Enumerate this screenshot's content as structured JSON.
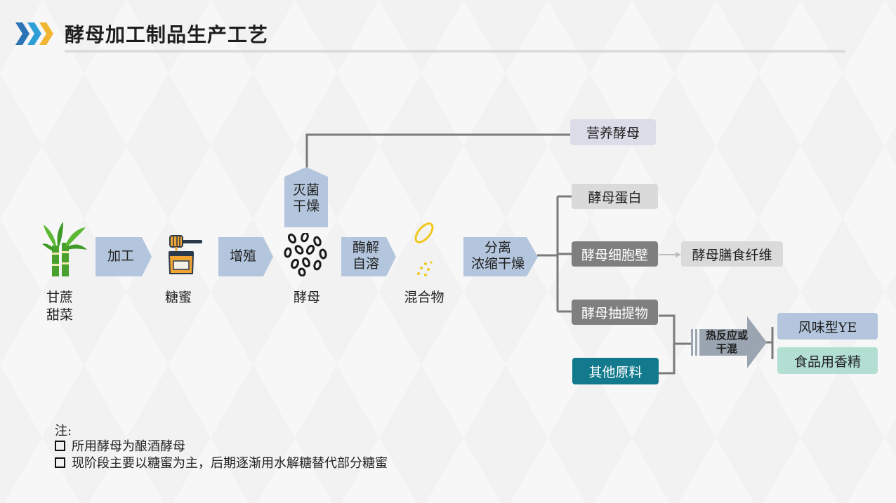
{
  "title": "酵母加工制品生产工艺",
  "stages": {
    "sugarcane": "甘蔗\n甜菜",
    "molasses": "糖蜜",
    "yeast": "酵母",
    "mixture": "混合物"
  },
  "arrows": {
    "process": "加工",
    "proliferate": "增殖",
    "enzymolysis": "酶解\n自溶",
    "sterilize": "灭菌\n干燥",
    "separate": "分离\n浓缩干燥",
    "heat_reaction": "热反应或\n干混"
  },
  "products": {
    "nutrition_yeast": "营养酵母",
    "yeast_protein": "酵母蛋白",
    "yeast_cell_wall": "酵母细胞壁",
    "yeast_fiber": "酵母膳食纤维",
    "yeast_extract": "酵母抽提物",
    "other_materials": "其他原料",
    "flavor_ye": "风味型YE",
    "food_flavor": "食品用香精"
  },
  "notes": {
    "heading": "注:",
    "items": [
      "所用酵母为酿酒酵母",
      "现阶段主要以糖蜜为主，后期逐渐用水解糖替代部分糖蜜"
    ]
  },
  "colors": {
    "arrow_fill": "#b4c6dd",
    "nutrition_box": "#dcdce8",
    "light_gray_box": "#dadada",
    "dark_gray_box": "#7f7f7f",
    "teal_box": "#127a8c",
    "blue_box": "#b4c6dd",
    "mint_box": "#b3dfd3",
    "title_chevrons": [
      "#2d74b5",
      "#2e9fd6",
      "#f2b632"
    ]
  }
}
